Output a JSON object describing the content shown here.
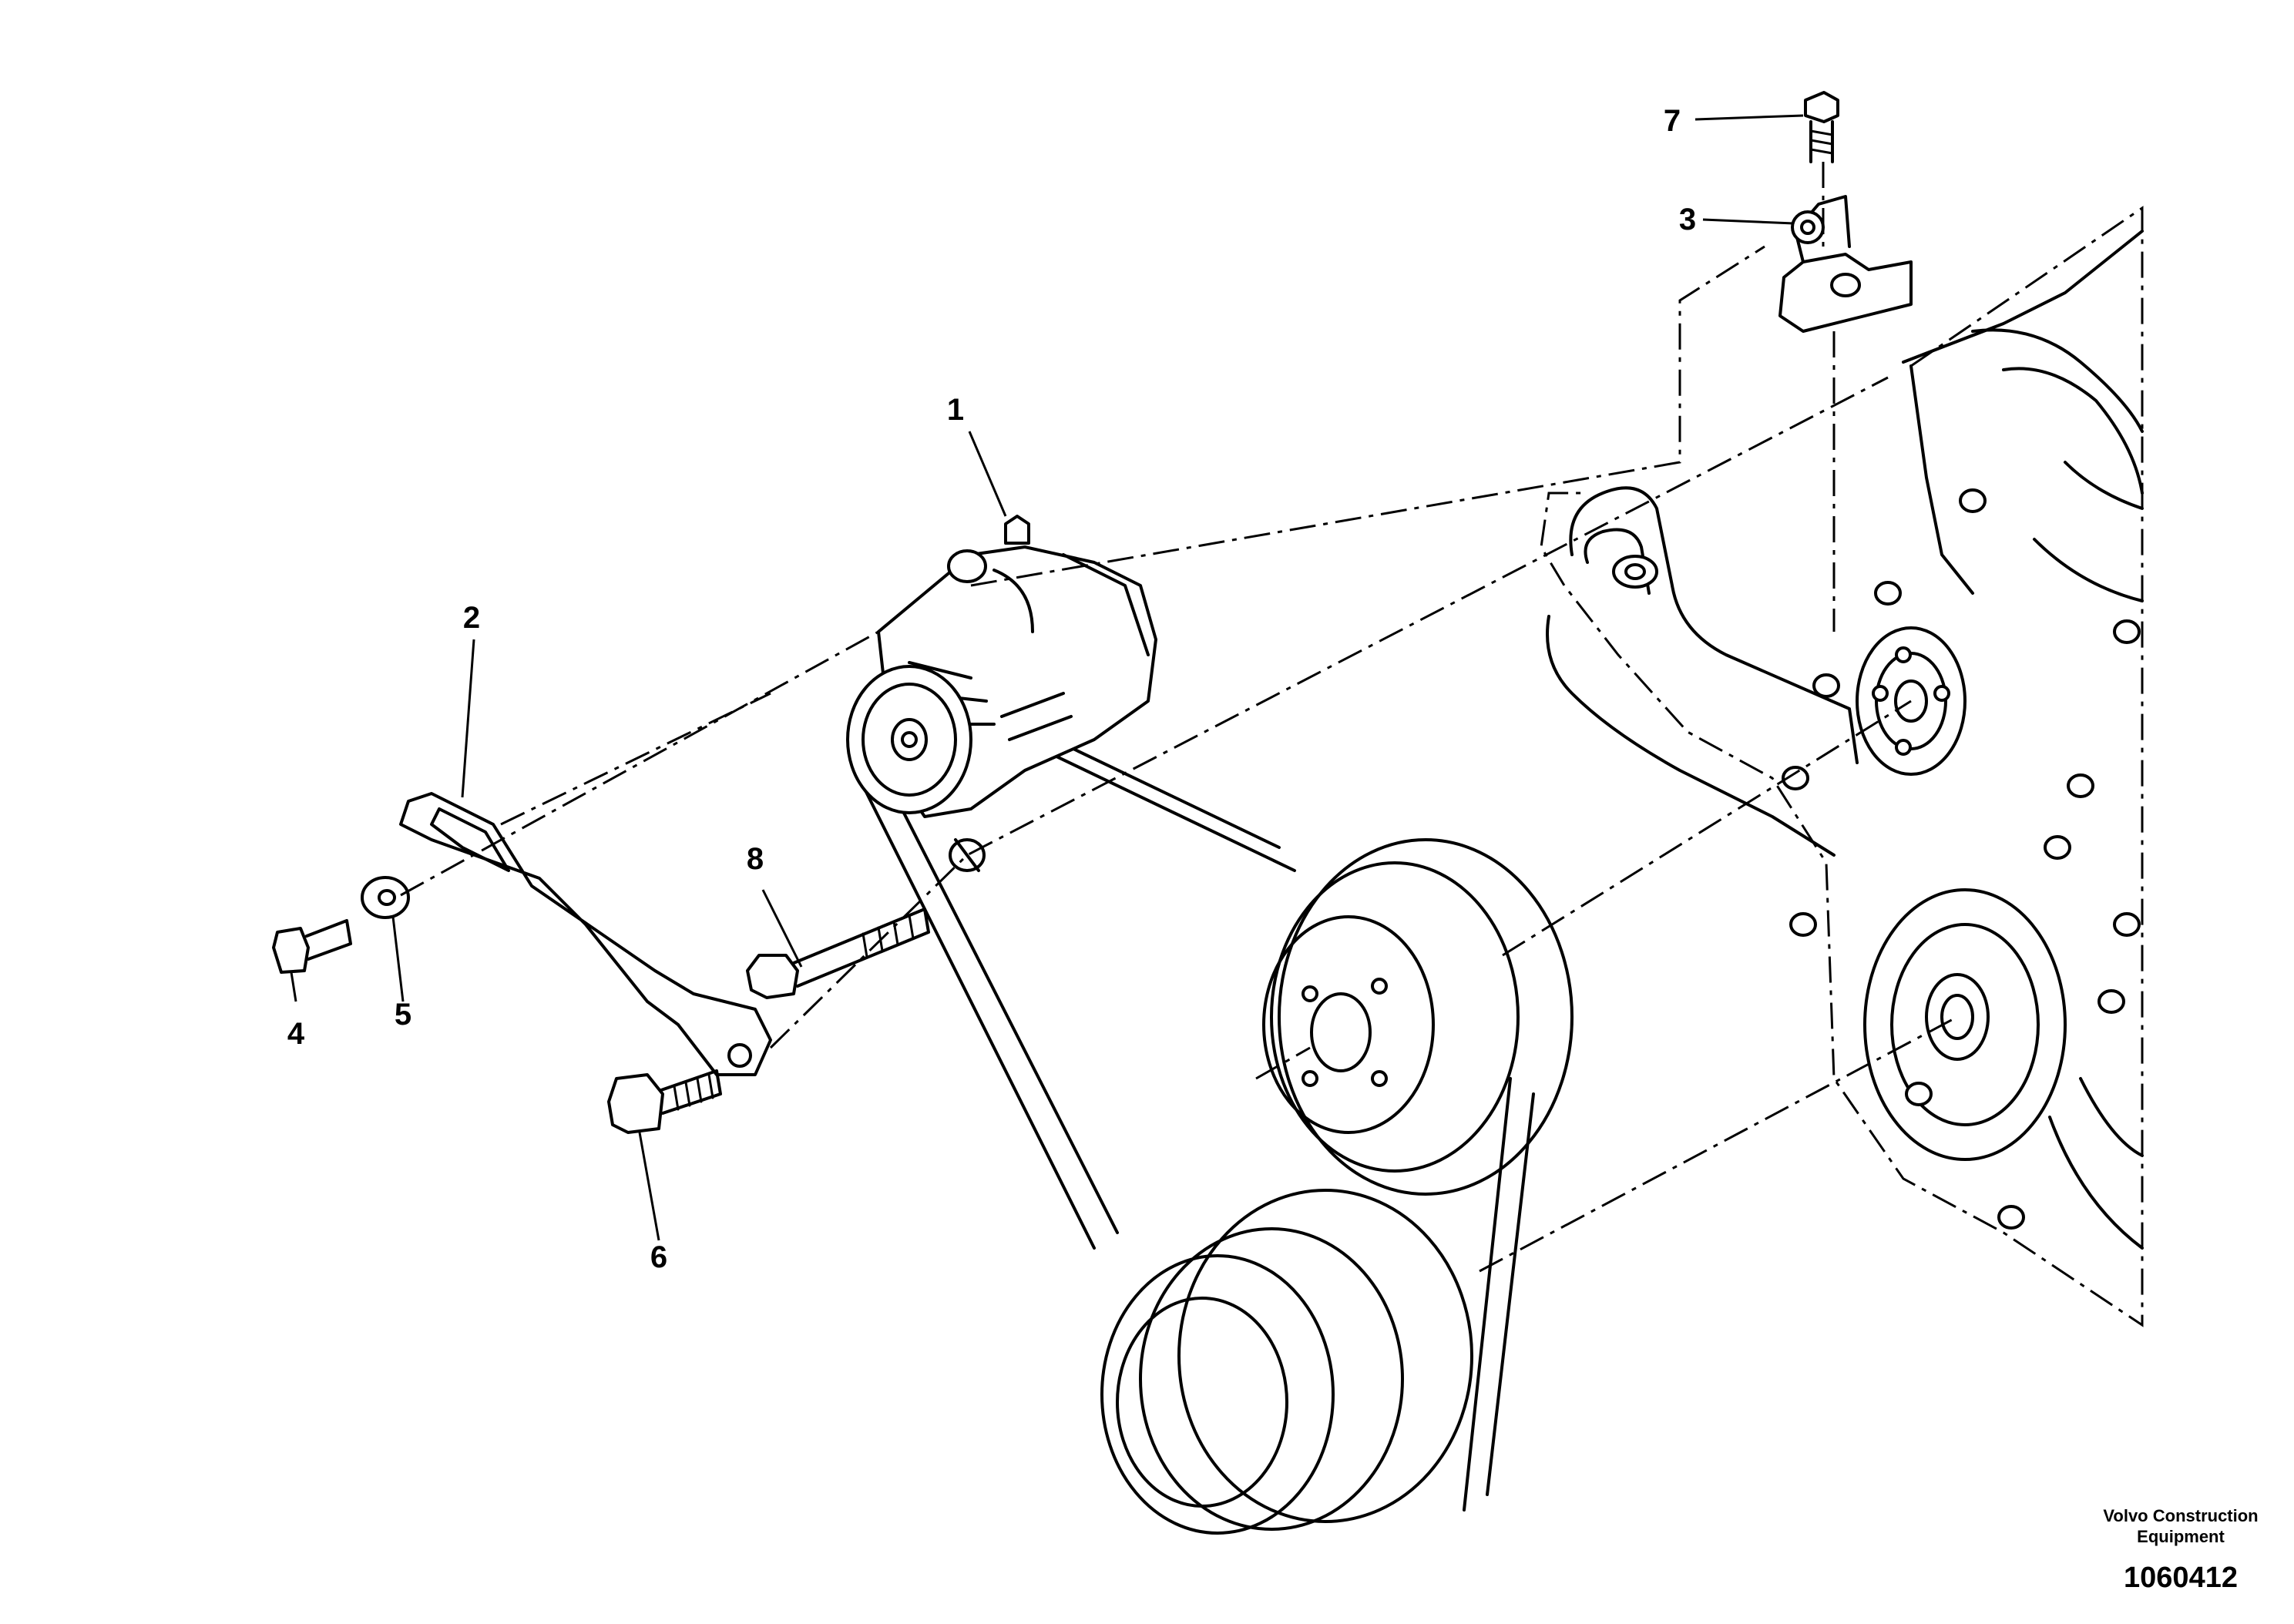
{
  "diagram": {
    "callouts": [
      {
        "id": "1",
        "label": "1"
      },
      {
        "id": "2",
        "label": "2"
      },
      {
        "id": "3",
        "label": "3"
      },
      {
        "id": "4",
        "label": "4"
      },
      {
        "id": "5",
        "label": "5"
      },
      {
        "id": "6",
        "label": "6"
      },
      {
        "id": "7",
        "label": "7"
      },
      {
        "id": "8",
        "label": "8"
      }
    ],
    "branding": {
      "line1": "Volvo Construction",
      "line2": "Equipment",
      "figure_number": "1060412"
    }
  }
}
